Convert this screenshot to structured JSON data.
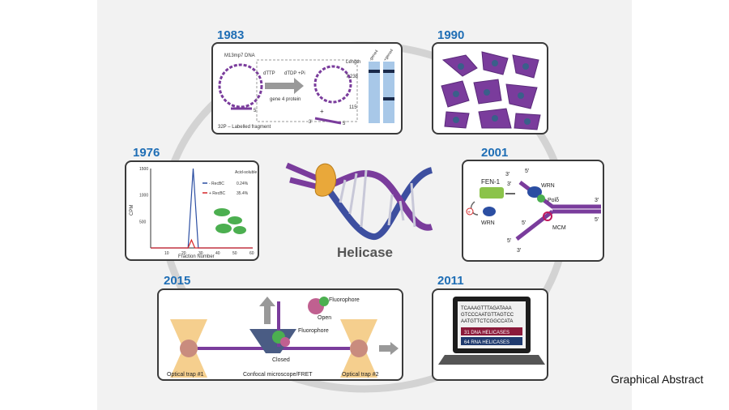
{
  "caption": "Graphical Abstract",
  "center": {
    "title": "Helicase"
  },
  "colors": {
    "year": "#1f6eb5",
    "purple": "#7a3c9c",
    "blue_dna": "#3d4fa0",
    "green": "#4caf50",
    "orange": "#e9a83a"
  },
  "panels": {
    "p1983": {
      "year": "1983",
      "dna_label": "M13mp7 DNA",
      "arrow_top": "dTTP",
      "arrow_top_right": "dTDP +Pi",
      "arrow_bottom": "gene 4 protein",
      "star_label": "5'",
      "end_3": "3'",
      "end_5": "5'",
      "plus": "+",
      "labelled": "32P – Labelled fragment",
      "length_label": "Length",
      "len_top": "7,238",
      "len_bottom": "115",
      "lane1": "-gene4",
      "lane2": "+gene4"
    },
    "p1990": {
      "year": "1990"
    },
    "p1976": {
      "year": "1976",
      "ylabel": "CPM",
      "xlabel": "Fraction Number",
      "legend_title": "Acid-soluble",
      "legend": [
        {
          "name": "- RecBC",
          "value": "0.24%",
          "color": "#2b4ea2"
        },
        {
          "name": "+ RecBC",
          "value": "35.4%",
          "color": "#d62728"
        }
      ]
    },
    "p2001": {
      "year": "2001",
      "fen": "FEN-1",
      "wrn_top": "WRN",
      "wrn_bottom": "WRN",
      "pol": "Polδ",
      "mcm": "MCM",
      "plus": "+",
      "e3a": "3′",
      "e5a": "5′",
      "e3b": "3′",
      "e5b": "5′",
      "e5c": "5′",
      "e3c": "3′",
      "e5d": "5′",
      "e3d": "3′"
    },
    "p2015": {
      "year": "2015",
      "trap1": "Optical trap #1",
      "trap2": "Optical trap #2",
      "microscope": "Confocal microscope/FRET",
      "fluorophore1": "Fluorophore",
      "fluorophore2": "Fluorophore",
      "open": "Open",
      "closed": "Closed"
    },
    "p2011": {
      "year": "2011",
      "seq": [
        "TCAAAGTTTAGATAAA",
        "GTCCCAATGTTAGTCC",
        "AATGTTCTCGGCCATA"
      ],
      "dna_count": "31 DNA HELICASES",
      "rna_count": "64 RNA HELICASES"
    }
  },
  "chart_data": {
    "type": "line",
    "title": "",
    "xlabel": "Fraction Number",
    "ylabel": "CPM",
    "xlim": [
      0,
      60
    ],
    "ylim": [
      0,
      1500
    ],
    "xticks": [
      10,
      20,
      30,
      40,
      50,
      60
    ],
    "yticks": [
      500,
      1000,
      1500
    ],
    "series": [
      {
        "name": "- RecBC",
        "color": "#2b4ea2",
        "x": [
          0,
          22,
          25,
          28,
          60
        ],
        "y": [
          0,
          0,
          1500,
          0,
          0
        ]
      },
      {
        "name": "+ RecBC",
        "color": "#d62728",
        "x": [
          0,
          22,
          24,
          26,
          60
        ],
        "y": [
          0,
          0,
          150,
          0,
          0
        ]
      }
    ],
    "legend": "top-right",
    "grid": false
  }
}
